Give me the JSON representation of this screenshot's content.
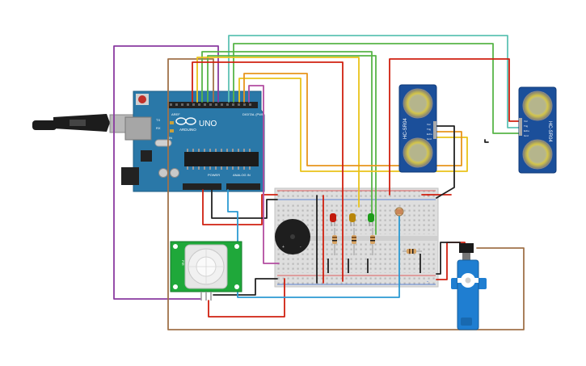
{
  "arduino": {
    "brand": "ARDUINO",
    "model": "UNO",
    "power_header": "POWER",
    "analog_header": "ANALOG IN",
    "digital_header": "DIGITAL (PWM~)",
    "tx_label": "TX",
    "rx_label": "RX",
    "on_label": "ON",
    "aref_label": "AREF",
    "gnd_label": "GND",
    "color": "#2a78a8"
  },
  "sensors": {
    "ultrasonic_1": {
      "label": "HC-SR04",
      "pins": [
        "Vcc",
        "Trig",
        "Echo",
        "Gnd"
      ]
    },
    "ultrasonic_2": {
      "label": "HC-SR04",
      "pins": [
        "Vcc",
        "Trig",
        "Echo",
        "Gnd"
      ]
    },
    "pir": {
      "label": "PIR",
      "pins": [
        "+",
        "OUT",
        "-"
      ]
    }
  },
  "breadboard": {
    "rail_plus": "+",
    "rail_minus": "-"
  },
  "leds": [
    {
      "name": "red",
      "color": "#c21a0c"
    },
    {
      "name": "yellow",
      "color": "#b8860b"
    },
    {
      "name": "green",
      "color": "#1d9b19"
    }
  ],
  "buzzer": {
    "plus": "+",
    "minus": "-"
  },
  "wire_colors": {
    "purple": "#8a3aa0",
    "brown": "#a0724a",
    "teal": "#5ec2b4",
    "green": "#58b548",
    "yellow": "#e9c31a",
    "orange": "#e8951c",
    "red": "#d02010",
    "black": "#222222",
    "blue": "#2b9ad3",
    "magenta": "#b24ca0"
  }
}
